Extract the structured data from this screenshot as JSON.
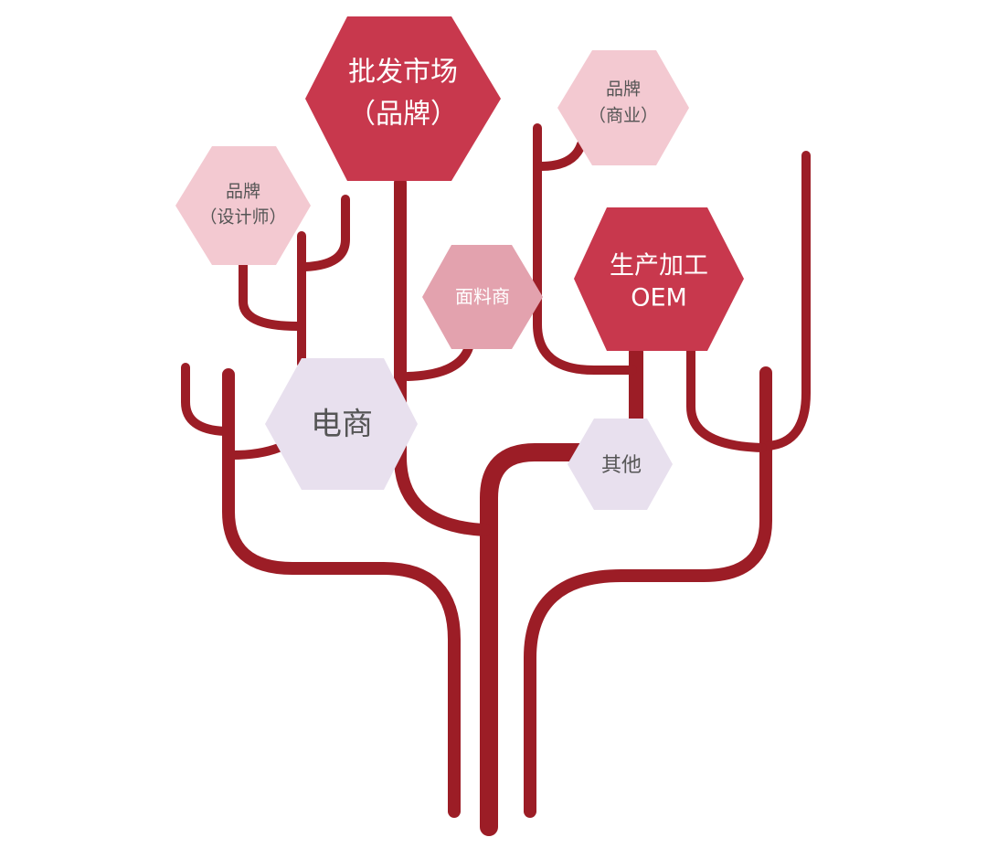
{
  "colors": {
    "branch": "#9c1d26",
    "hex_strong": "#c8384d",
    "hex_light_pink": "#f3c9d1",
    "hex_medium_pink": "#e3a2ae",
    "hex_lavender": "#e8e0ee",
    "text_light": "#ffffff",
    "text_dark": "#555555"
  },
  "nodes": {
    "wholesale": {
      "line1": "批发市场",
      "line2": "（品牌）"
    },
    "brand_designer": {
      "line1": "品牌",
      "line2": "（设计师）"
    },
    "brand_business": {
      "line1": "品牌",
      "line2": "（商业）"
    },
    "fabric": {
      "line1": "面料商"
    },
    "oem": {
      "line1": "生产加工",
      "line2": "OEM"
    },
    "ecommerce": {
      "line1": "电商"
    },
    "other": {
      "line1": "其他"
    }
  }
}
